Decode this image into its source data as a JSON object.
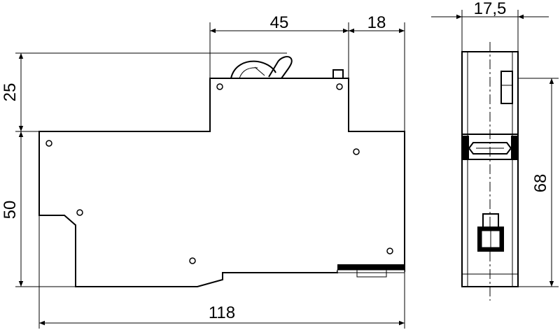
{
  "dimensions": {
    "top_left_width": "45",
    "top_right_width": "18",
    "side_width": "17,5",
    "upper_height": "25",
    "lower_height": "50",
    "total_length": "118",
    "side_height": "68"
  }
}
